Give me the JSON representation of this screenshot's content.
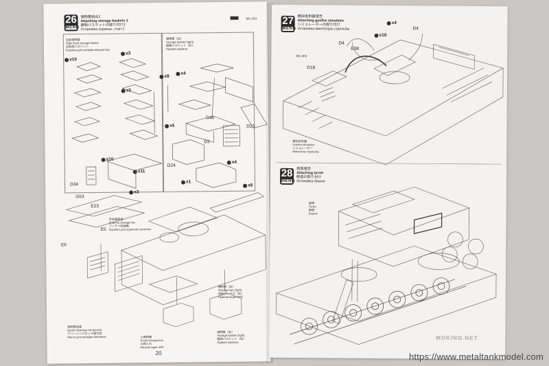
{
  "left_page": {
    "step26": {
      "number": "26",
      "logo": "MENG",
      "title_cn": "储物筐组合2",
      "title_en": "Attaching storage baskets 2",
      "title_jp": "雑物バスケットの取り付け2",
      "title_ru": "Установка корзины, этап 2",
      "code": "MC-303"
    },
    "sub_left_caption": [
      "右前储物筐",
      "Right front storage basket",
      "右前部バスケット",
      "Корзина для укладки имущества"
    ],
    "sub_right_caption": [
      "储物筐（右）",
      "Storage basket (right)",
      "雑物バスケット（右）",
      "Правая корзина"
    ],
    "qty_labels": [
      "x10",
      "x3",
      "x3",
      "x4",
      "x8",
      "x5",
      "x4",
      "x1",
      "x10",
      "x11",
      "x3",
      "x8"
    ],
    "parts": [
      "G40",
      "D23",
      "D3",
      "D24",
      "D34",
      "G53",
      "E23",
      "E5",
      "E6"
    ],
    "lower_caption_1": [
      "天线基座组",
      "Antenna storage box",
      "アンテナ収納箱",
      "Коробка для хранения антенны"
    ],
    "lower_caption_2": [
      "储物筐（右）",
      "Storage box (right)",
      "収納ボックス（右）",
      "Правый ящик ЗИП"
    ],
    "lower_caption_3": [
      "储物筐组装",
      "Barrel cleaning rod bracket",
      "クリーニングロッド取付具",
      "Места для укладки банников"
    ],
    "lower_caption_4": [
      "小储物箱",
      "Small storage box",
      "小物入れ",
      "Малый ящик ЗИП"
    ],
    "lower_caption_5": [
      "储物筐（右）",
      "Storage basket (right)",
      "雑物バスケット（右）",
      "Правая корзина"
    ],
    "page_number": "20"
  },
  "right_page": {
    "step27": {
      "number": "27",
      "logo": "MENG",
      "title_cn": "模拟发射器组合",
      "title_en": "Attaching gunfire simulator",
      "title_jp": "シミュレーターの取り付け",
      "title_ru": "Установка имитатора стрельбы",
      "code": "MC-303",
      "parts": [
        "D4",
        "D4",
        "E38",
        "D18",
        "x10",
        "x4"
      ],
      "caption": [
        "模拟发射器",
        "Gunfire simulator",
        "シミュレーター",
        "Имитатор стрельбы"
      ]
    },
    "step28": {
      "number": "28",
      "logo": "MENG",
      "title_cn": "炮塔组合",
      "title_en": "Attaching turret",
      "title_jp": "砲塔の取り付け",
      "title_ru": "Установка башни",
      "caption": [
        "炮塔",
        "Turret",
        "砲塔",
        "Башня"
      ]
    },
    "watermark_logo": "MOKING.NET"
  },
  "watermark_url": "https://www.metaltankmodel.com"
}
